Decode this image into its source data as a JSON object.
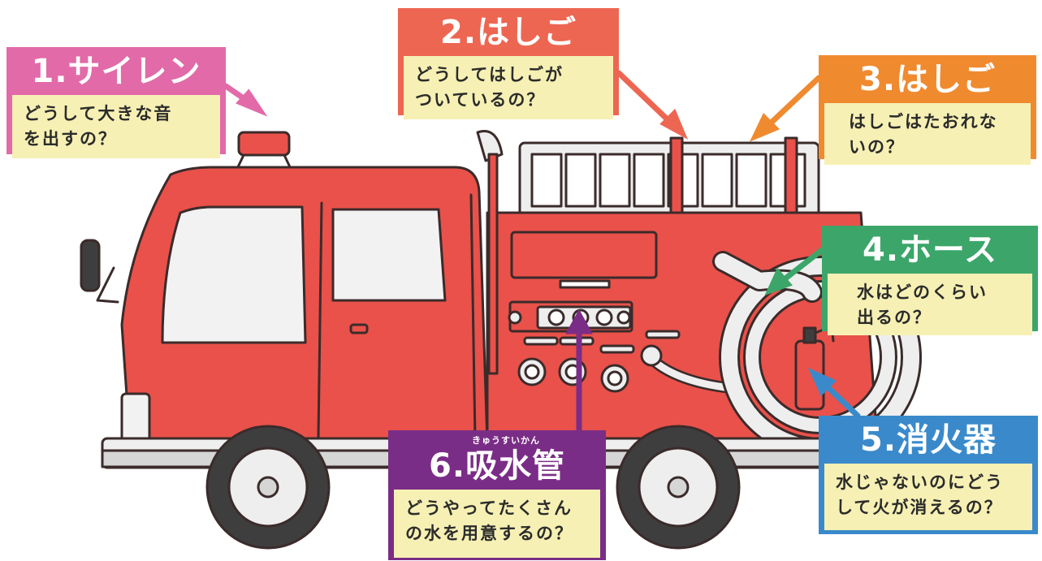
{
  "callouts": [
    {
      "id": 1,
      "title": "1.サイレン",
      "body": "どうして大きな音\nを出すの？",
      "color": "#e26aa8"
    },
    {
      "id": 2,
      "title": "2.はしご",
      "body": "どうしてはしごが\nついているの？",
      "color": "#ed6652"
    },
    {
      "id": 3,
      "title": "3.はしご",
      "body": "はしごはたおれな\nいの？",
      "color": "#f08a2f"
    },
    {
      "id": 4,
      "title": "4.ホース",
      "body": "水はどのくらい\n出るの？",
      "color": "#3ca66a"
    },
    {
      "id": 5,
      "title": "5.消火器",
      "body": "水じゃないのにどう\nして火が消えるの？",
      "color": "#3a8acb"
    },
    {
      "id": 6,
      "title": "6.吸水管",
      "ruby": "きゅうすいかん",
      "body": "どうやってたくさん\nの水を用意するの？",
      "color": "#7a2d86"
    }
  ],
  "colors": {
    "truck_body": "#e9514a",
    "truck_dark": "#c6362f",
    "outline": "#3b2b2b",
    "window": "#f2f2f2",
    "tire": "#3e3e3e",
    "panel_text_bg": "#f6f0b4"
  }
}
